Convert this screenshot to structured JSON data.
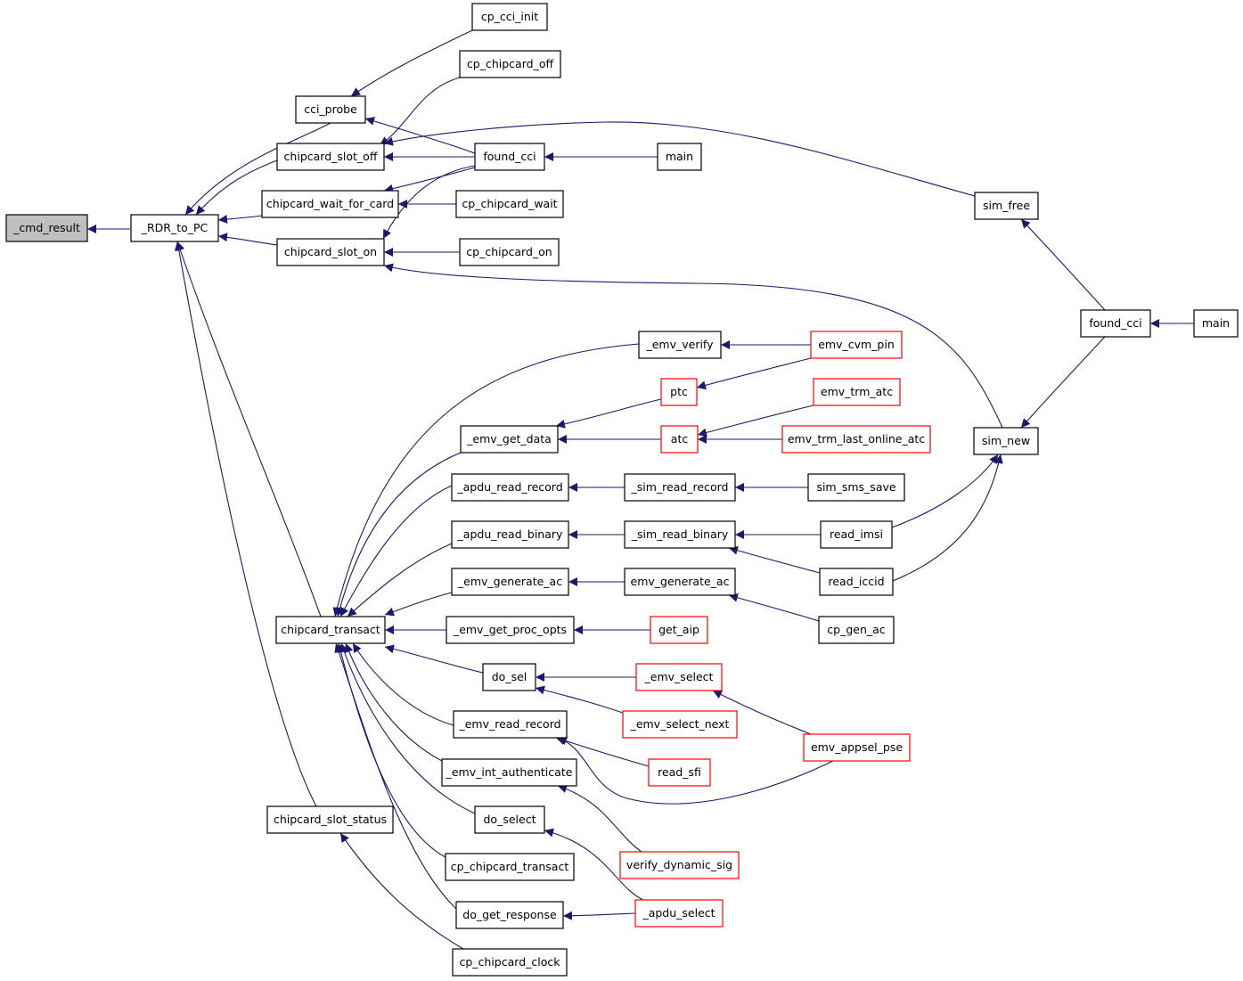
{
  "colors": {
    "edge": "#191970",
    "node_border": "#000000",
    "truncated_border": "#ff0000",
    "focus_fill": "#bfbfbf",
    "node_fill": "#ffffff",
    "background": "#ffffff"
  },
  "nodes": {
    "n_cmd_result": {
      "label": "_cmd_result",
      "kind": "focus"
    },
    "n_rdr_to_pc": {
      "label": "_RDR_to_PC",
      "kind": "normal"
    },
    "n_cci_probe": {
      "label": "cci_probe",
      "kind": "normal"
    },
    "n_slot_off": {
      "label": "chipcard_slot_off",
      "kind": "normal"
    },
    "n_wait_for_card": {
      "label": "chipcard_wait_for_card",
      "kind": "normal"
    },
    "n_slot_on": {
      "label": "chipcard_slot_on",
      "kind": "normal"
    },
    "n_cp_cci_init": {
      "label": "cp_cci_init",
      "kind": "normal"
    },
    "n_cp_chipcard_off": {
      "label": "cp_chipcard_off",
      "kind": "normal"
    },
    "n_found_cci_a": {
      "label": "found_cci",
      "kind": "normal"
    },
    "n_cp_chipcard_wait": {
      "label": "cp_chipcard_wait",
      "kind": "normal"
    },
    "n_cp_chipcard_on": {
      "label": "cp_chipcard_on",
      "kind": "normal"
    },
    "n_main_a": {
      "label": "main",
      "kind": "normal"
    },
    "n_sim_free": {
      "label": "sim_free",
      "kind": "normal"
    },
    "n_found_cci_b": {
      "label": "found_cci",
      "kind": "normal"
    },
    "n_main_b": {
      "label": "main",
      "kind": "normal"
    },
    "n_sim_new": {
      "label": "sim_new",
      "kind": "normal"
    },
    "n_chipcard_transact": {
      "label": "chipcard_transact",
      "kind": "normal"
    },
    "n_slot_status": {
      "label": "chipcard_slot_status",
      "kind": "normal"
    },
    "n_emv_verify": {
      "label": "_emv_verify",
      "kind": "normal"
    },
    "n_emv_cvm_pin": {
      "label": "emv_cvm_pin",
      "kind": "truncated"
    },
    "n_ptc": {
      "label": "ptc",
      "kind": "truncated"
    },
    "n_emv_trm_atc": {
      "label": "emv_trm_atc",
      "kind": "truncated"
    },
    "n_emv_get_data": {
      "label": "_emv_get_data",
      "kind": "normal"
    },
    "n_atc": {
      "label": "atc",
      "kind": "truncated"
    },
    "n_emv_trm_last_online_atc": {
      "label": "emv_trm_last_online_atc",
      "kind": "truncated"
    },
    "n_apdu_read_record": {
      "label": "_apdu_read_record",
      "kind": "normal"
    },
    "n_sim_read_record": {
      "label": "_sim_read_record",
      "kind": "normal"
    },
    "n_sim_sms_save": {
      "label": "sim_sms_save",
      "kind": "normal"
    },
    "n_apdu_read_binary": {
      "label": "_apdu_read_binary",
      "kind": "normal"
    },
    "n_sim_read_binary": {
      "label": "_sim_read_binary",
      "kind": "normal"
    },
    "n_read_imsi": {
      "label": "read_imsi",
      "kind": "normal"
    },
    "n_read_iccid": {
      "label": "read_iccid",
      "kind": "normal"
    },
    "n_emv_generate_ac_u": {
      "label": "_emv_generate_ac",
      "kind": "normal"
    },
    "n_emv_generate_ac": {
      "label": "emv_generate_ac",
      "kind": "normal"
    },
    "n_cp_gen_ac": {
      "label": "cp_gen_ac",
      "kind": "normal"
    },
    "n_emv_get_proc_opts": {
      "label": "_emv_get_proc_opts",
      "kind": "normal"
    },
    "n_get_aip": {
      "label": "get_aip",
      "kind": "truncated"
    },
    "n_do_sel": {
      "label": "do_sel",
      "kind": "normal"
    },
    "n_emv_select": {
      "label": "_emv_select",
      "kind": "truncated"
    },
    "n_emv_select_next": {
      "label": "_emv_select_next",
      "kind": "truncated"
    },
    "n_emv_appsel_pse": {
      "label": "emv_appsel_pse",
      "kind": "truncated"
    },
    "n_emv_read_record": {
      "label": "_emv_read_record",
      "kind": "normal"
    },
    "n_read_sfi": {
      "label": "read_sfi",
      "kind": "truncated"
    },
    "n_emv_int_authenticate": {
      "label": "_emv_int_authenticate",
      "kind": "normal"
    },
    "n_do_select": {
      "label": "do_select",
      "kind": "normal"
    },
    "n_verify_dynamic_sig": {
      "label": "verify_dynamic_sig",
      "kind": "truncated"
    },
    "n_cp_chipcard_transact": {
      "label": "cp_chipcard_transact",
      "kind": "normal"
    },
    "n_do_get_response": {
      "label": "do_get_response",
      "kind": "normal"
    },
    "n_apdu_select": {
      "label": "_apdu_select",
      "kind": "truncated"
    },
    "n_cp_chipcard_clock": {
      "label": "cp_chipcard_clock",
      "kind": "normal"
    }
  },
  "edges": [
    {
      "from": "_RDR_to_PC",
      "to": "_cmd_result"
    },
    {
      "from": "cci_probe",
      "to": "_RDR_to_PC"
    },
    {
      "from": "chipcard_slot_off",
      "to": "_RDR_to_PC"
    },
    {
      "from": "chipcard_wait_for_card",
      "to": "_RDR_to_PC"
    },
    {
      "from": "chipcard_slot_on",
      "to": "_RDR_to_PC"
    },
    {
      "from": "chipcard_transact",
      "to": "_RDR_to_PC"
    },
    {
      "from": "chipcard_slot_status",
      "to": "_RDR_to_PC"
    },
    {
      "from": "cp_cci_init",
      "to": "cci_probe"
    },
    {
      "from": "found_cci",
      "to": "cci_probe"
    },
    {
      "from": "cp_chipcard_off",
      "to": "chipcard_slot_off"
    },
    {
      "from": "found_cci",
      "to": "chipcard_slot_off"
    },
    {
      "from": "sim_free",
      "to": "chipcard_slot_off"
    },
    {
      "from": "found_cci",
      "to": "chipcard_wait_for_card"
    },
    {
      "from": "cp_chipcard_wait",
      "to": "chipcard_wait_for_card"
    },
    {
      "from": "found_cci",
      "to": "chipcard_slot_on"
    },
    {
      "from": "cp_chipcard_on",
      "to": "chipcard_slot_on"
    },
    {
      "from": "sim_new",
      "to": "chipcard_slot_on"
    },
    {
      "from": "main",
      "to": "found_cci"
    },
    {
      "from": "found_cci",
      "to": "sim_free"
    },
    {
      "from": "found_cci",
      "to": "sim_new"
    },
    {
      "from": "main",
      "to": "found_cci"
    },
    {
      "from": "_emv_verify",
      "to": "chipcard_transact"
    },
    {
      "from": "_emv_get_data",
      "to": "chipcard_transact"
    },
    {
      "from": "_apdu_read_record",
      "to": "chipcard_transact"
    },
    {
      "from": "_apdu_read_binary",
      "to": "chipcard_transact"
    },
    {
      "from": "_emv_generate_ac",
      "to": "chipcard_transact"
    },
    {
      "from": "_emv_get_proc_opts",
      "to": "chipcard_transact"
    },
    {
      "from": "do_sel",
      "to": "chipcard_transact"
    },
    {
      "from": "_emv_read_record",
      "to": "chipcard_transact"
    },
    {
      "from": "_emv_int_authenticate",
      "to": "chipcard_transact"
    },
    {
      "from": "do_select",
      "to": "chipcard_transact"
    },
    {
      "from": "cp_chipcard_transact",
      "to": "chipcard_transact"
    },
    {
      "from": "do_get_response",
      "to": "chipcard_transact"
    },
    {
      "from": "cp_chipcard_clock",
      "to": "chipcard_slot_status"
    },
    {
      "from": "emv_cvm_pin",
      "to": "_emv_verify"
    },
    {
      "from": "emv_cvm_pin",
      "to": "ptc"
    },
    {
      "from": "ptc",
      "to": "_emv_get_data"
    },
    {
      "from": "atc",
      "to": "_emv_get_data"
    },
    {
      "from": "emv_trm_atc",
      "to": "atc"
    },
    {
      "from": "emv_trm_last_online_atc",
      "to": "atc"
    },
    {
      "from": "_sim_read_record",
      "to": "_apdu_read_record"
    },
    {
      "from": "sim_sms_save",
      "to": "_sim_read_record"
    },
    {
      "from": "_sim_read_binary",
      "to": "_apdu_read_binary"
    },
    {
      "from": "read_imsi",
      "to": "_sim_read_binary"
    },
    {
      "from": "read_iccid",
      "to": "_sim_read_binary"
    },
    {
      "from": "read_imsi",
      "to": "sim_new"
    },
    {
      "from": "read_iccid",
      "to": "sim_new"
    },
    {
      "from": "emv_generate_ac",
      "to": "_emv_generate_ac"
    },
    {
      "from": "cp_gen_ac",
      "to": "emv_generate_ac"
    },
    {
      "from": "get_aip",
      "to": "_emv_get_proc_opts"
    },
    {
      "from": "_emv_select",
      "to": "do_sel"
    },
    {
      "from": "_emv_select_next",
      "to": "do_sel"
    },
    {
      "from": "emv_appsel_pse",
      "to": "_emv_select"
    },
    {
      "from": "read_sfi",
      "to": "_emv_read_record"
    },
    {
      "from": "emv_appsel_pse",
      "to": "_emv_read_record"
    },
    {
      "from": "verify_dynamic_sig",
      "to": "_emv_int_authenticate"
    },
    {
      "from": "_apdu_select",
      "to": "do_select"
    },
    {
      "from": "_apdu_select",
      "to": "do_get_response"
    }
  ]
}
